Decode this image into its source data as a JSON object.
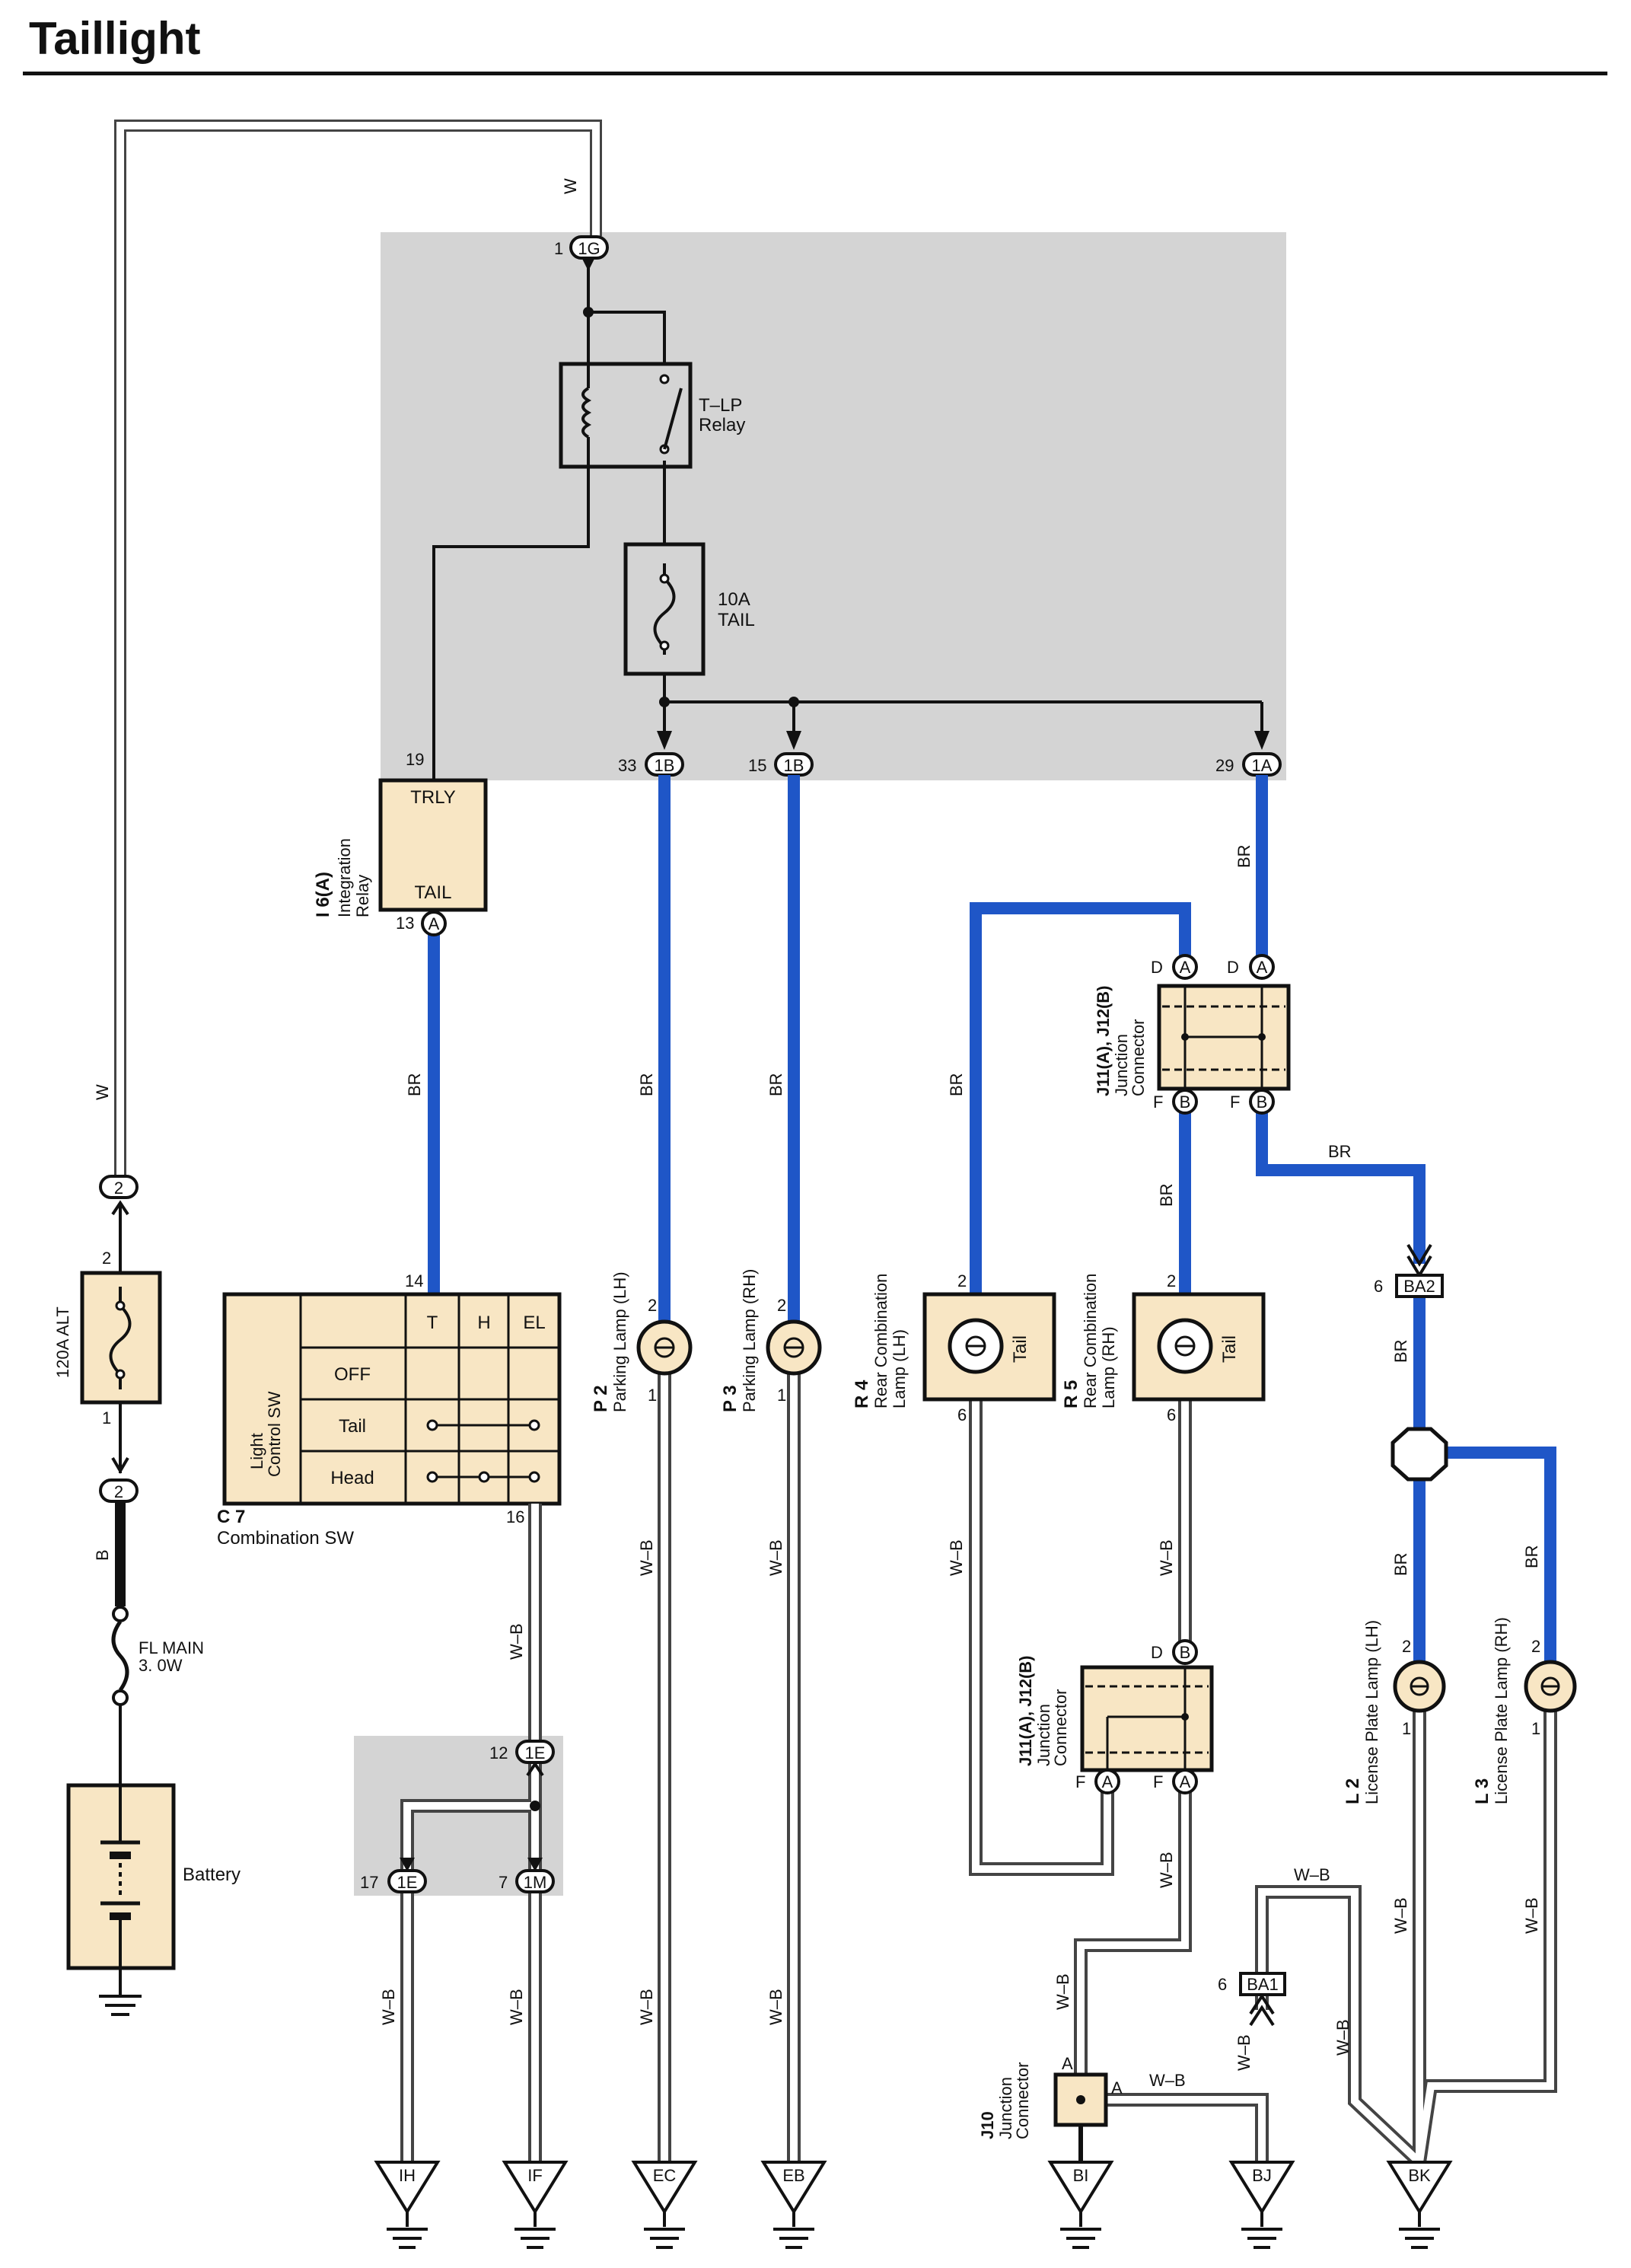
{
  "title": "Taillight",
  "colors": {
    "relay_box_fill": "#d4d4d4",
    "component_fill": "#f8e6c4",
    "br_wire": "#1f56c7",
    "black_wire": "#111111"
  },
  "labels": {
    "w": "W",
    "b": "B",
    "br": "BR",
    "wb": "W–B",
    "relay_tlp": "T–LP",
    "relay_word": "Relay",
    "fuse_amp": "10A",
    "fuse_name": "TAIL",
    "trly": "TRLY",
    "tail": "TAIL",
    "i6_code": "I 6(A)",
    "i6_name1": "Integration",
    "i6_name2": "Relay",
    "alt_fuse": "120A ALT",
    "fl_main1": "FL MAIN",
    "fl_main2": "3. 0W",
    "battery": "Battery",
    "sw_t": "T",
    "sw_h": "H",
    "sw_el": "EL",
    "sw_off": "OFF",
    "sw_tail": "Tail",
    "sw_head": "Head",
    "sw_name1": "Light",
    "sw_name2": "Control SW",
    "c7_code": "C 7",
    "c7_name": "Combination SW",
    "p2_code": "P 2",
    "p2_name": "Parking Lamp (LH)",
    "p3_code": "P 3",
    "p3_name": "Parking Lamp (RH)",
    "r4_code": "R 4",
    "r4_name1": "Rear Combination",
    "r4_name2": "Lamp (LH)",
    "r5_code": "R 5",
    "r5_name1": "Rear Combination",
    "r5_name2": "Lamp (RH)",
    "lamp_tail": "Tail",
    "jc_code": "J11(A), J12(B)",
    "jc_name1": "Junction",
    "jc_name2": "Connector",
    "j10_code": "J10",
    "j10_name1": "Junction",
    "j10_name2": "Connector",
    "l2_code": "L 2",
    "l2_name": "License Plate Lamp (LH)",
    "l3_code": "L 3",
    "l3_name": "License Plate Lamp (RH)"
  },
  "connectors": {
    "c1G": "1G",
    "c1B": "1B",
    "c1A": "1A",
    "c1E": "1E",
    "c1M": "1M",
    "cA": "A",
    "cB": "B",
    "c2": "2",
    "BA2": "BA2",
    "BA1": "BA1"
  },
  "pins": {
    "n1": "1",
    "n2": "2",
    "n6": "6",
    "n7": "7",
    "n12": "12",
    "n13": "13",
    "n14": "14",
    "n15": "15",
    "n16": "16",
    "n17": "17",
    "n19": "19",
    "n29": "29",
    "n33": "33",
    "D": "D",
    "F": "F",
    "A": "A"
  },
  "grounds": [
    "IH",
    "IF",
    "EC",
    "EB",
    "BI",
    "BJ",
    "BK"
  ]
}
